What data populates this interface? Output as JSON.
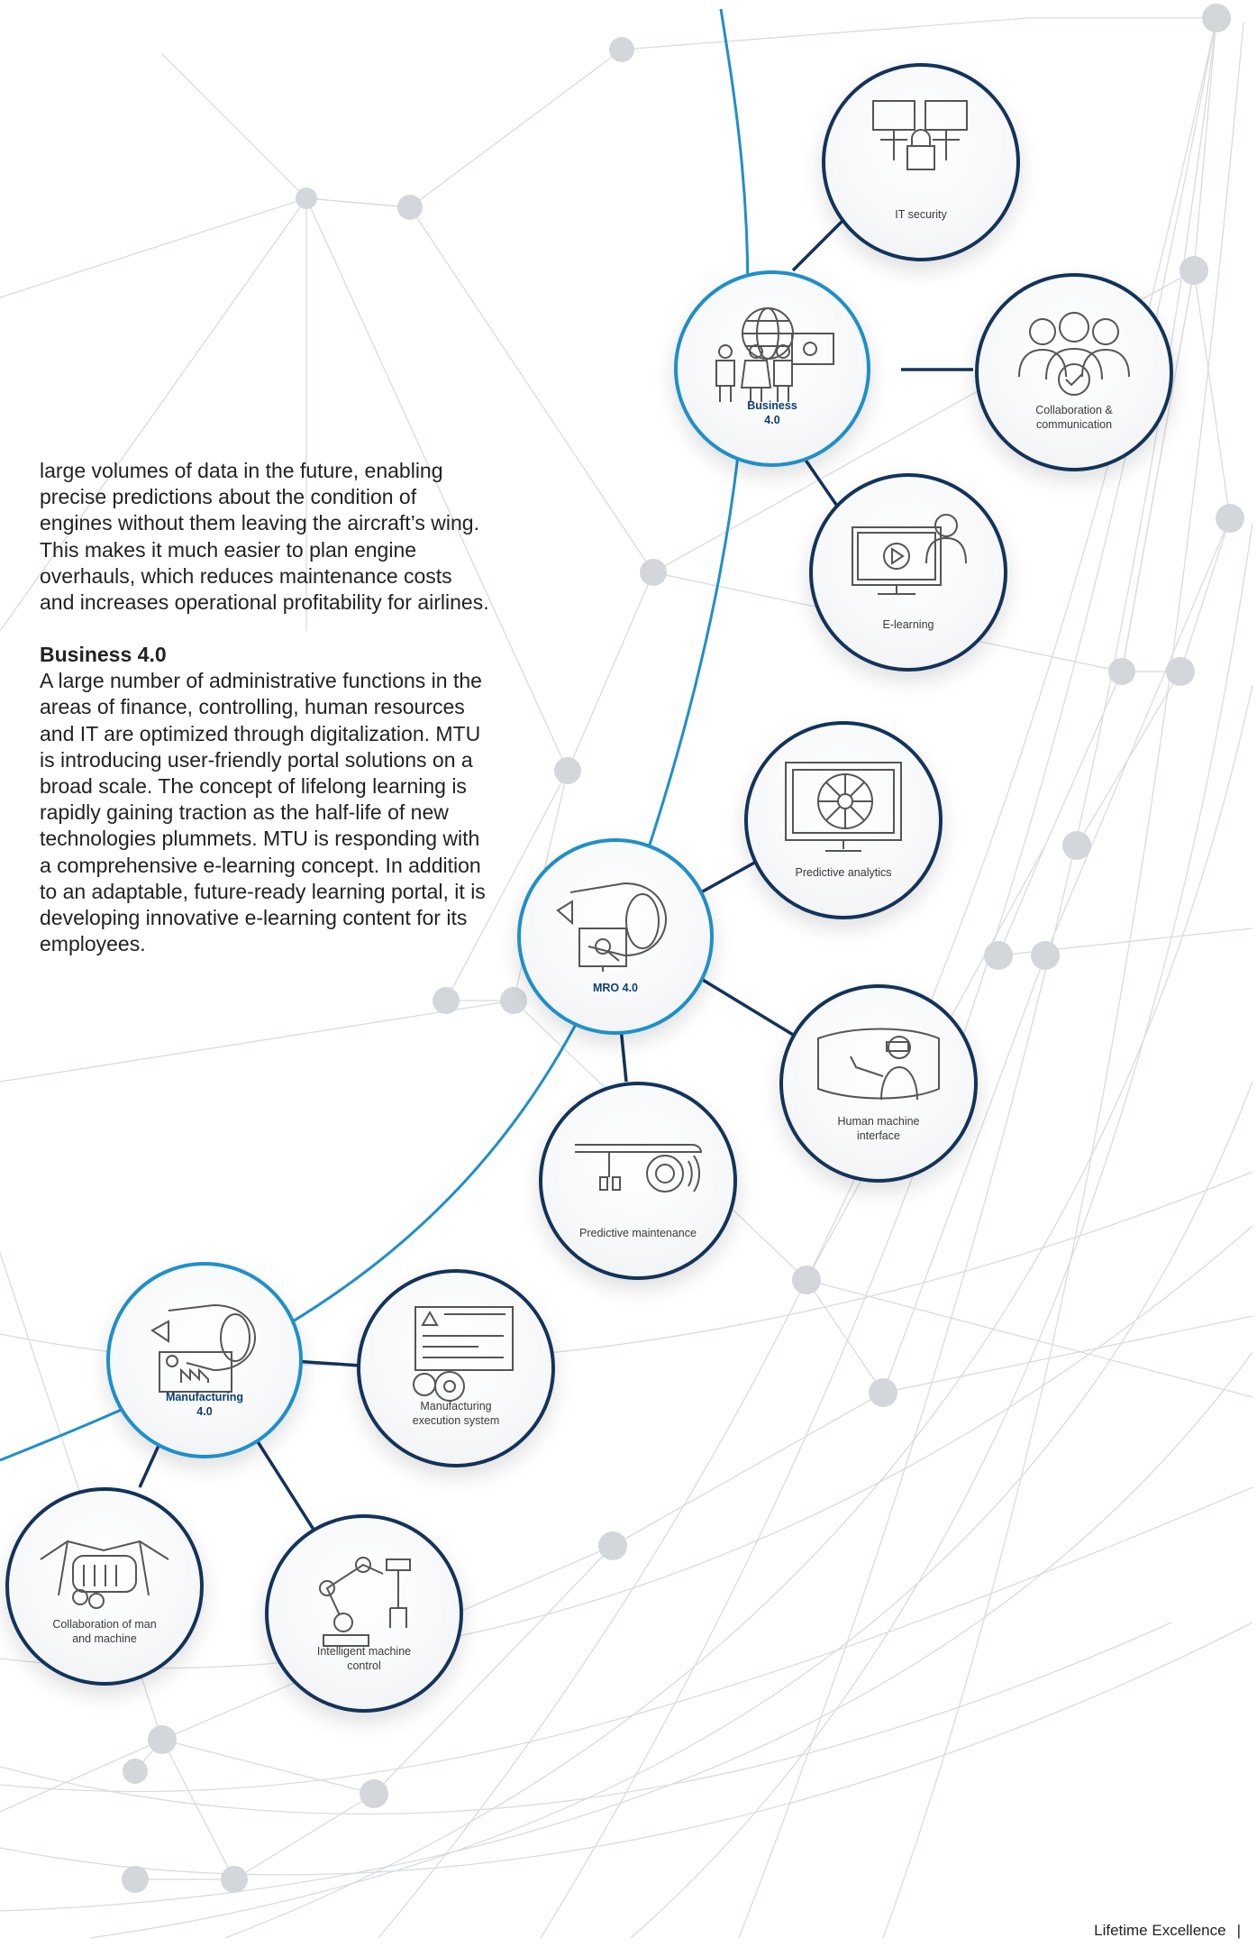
{
  "body_text": {
    "intro": "large volumes of data in the future, enabling precise predictions about the condition of engines without them leaving the aircraft’s wing. This makes it much easier to plan engine overhauls, which reduces maintenance costs and increases operational profitability for airlines.",
    "heading": "Business 4.0",
    "paragraph": "A large number of administrative functions in the areas of finance, controlling, human resources and IT are optimized through digitalization. MTU is introducing user-friendly portal solutions on a broad scale. The concept of lifelong learning is rapidly gaining traction as the half-life of new technologies plummets. MTU is responding with a comprehensive e-learning concept. In addition to an adaptable, future-ready learning portal, it is developing innovative e-learning content for its employees."
  },
  "diagram": {
    "hubs": {
      "business": "Business\n4.0",
      "mro": "MRO 4.0",
      "manufacturing": "Manufacturing\n4.0"
    },
    "nodes": {
      "it_security": "IT security",
      "collaboration": "Collaboration &\ncommunication",
      "elearning": "E-learning",
      "predictive_analytics": "Predictive analytics",
      "hmi": "Human machine\ninterface",
      "predictive_maintenance": "Predictive maintenance",
      "mes": "Manufacturing\nexecution system",
      "intelligent_control": "Intelligent machine\ncontrol",
      "collab_man_machine": "Collaboration of man\nand machine"
    },
    "colors": {
      "hub_border": "#1f8fc8",
      "node_border": "#13335a",
      "network": "#d5d8dc"
    }
  },
  "footer": {
    "label": "Lifetime Excellence",
    "separator": "|"
  }
}
